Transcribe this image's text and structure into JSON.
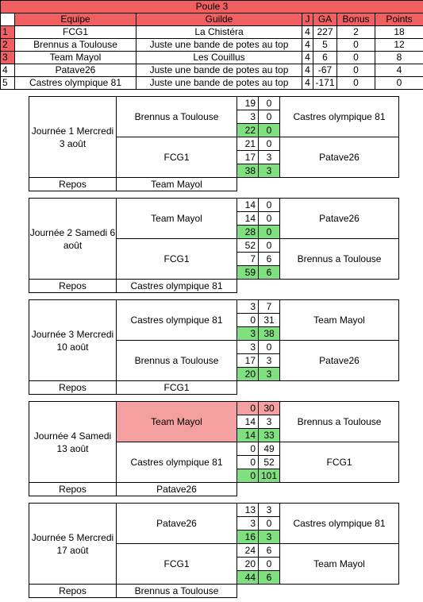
{
  "standings": {
    "title": "Poule 3",
    "headers": [
      "Equipe",
      "Guilde",
      "J",
      "GA",
      "Bonus",
      "Points"
    ],
    "rows": [
      {
        "rank": "1",
        "team": "FCG1",
        "guild": "La Chistéra",
        "j": "4",
        "ga": "227",
        "bonus": "2",
        "points": "18"
      },
      {
        "rank": "2",
        "team": "Brennus a Toulouse",
        "guild": "Juste une bande de potes au top",
        "j": "4",
        "ga": "5",
        "bonus": "0",
        "points": "12"
      },
      {
        "rank": "3",
        "team": "Team Mayol",
        "guild": "Les Couillus",
        "j": "4",
        "ga": "6",
        "bonus": "0",
        "points": "8"
      },
      {
        "rank": "4",
        "team": "Patave26",
        "guild": "Juste une bande de potes au top",
        "j": "4",
        "ga": "-67",
        "bonus": "0",
        "points": "4"
      },
      {
        "rank": "5",
        "team": "Castres olympique 81",
        "guild": "Juste une bande de potes au top",
        "j": "4",
        "ga": "-171",
        "bonus": "0",
        "points": "0"
      }
    ]
  },
  "repos_label": "Repos",
  "journees": [
    {
      "label": "Journée 1 Mercredi 3 août",
      "matches": [
        {
          "home": "Brennus a Toulouse",
          "away": "Castres olympique 81",
          "scores": [
            [
              "19",
              "0"
            ],
            [
              "3",
              "0"
            ],
            [
              "22",
              "0"
            ]
          ]
        },
        {
          "home": "FCG1",
          "away": "Patave26",
          "scores": [
            [
              "21",
              "0"
            ],
            [
              "17",
              "3"
            ],
            [
              "38",
              "3"
            ]
          ]
        }
      ],
      "repos": "Team Mayol"
    },
    {
      "label": "Journée 2 Samedi 6 août",
      "matches": [
        {
          "home": "Team Mayol",
          "away": "Patave26",
          "scores": [
            [
              "14",
              "0"
            ],
            [
              "14",
              "0"
            ],
            [
              "28",
              "0"
            ]
          ]
        },
        {
          "home": "FCG1",
          "away": "Brennus a Toulouse",
          "scores": [
            [
              "52",
              "0"
            ],
            [
              "7",
              "6"
            ],
            [
              "59",
              "6"
            ]
          ]
        }
      ],
      "repos": "Castres olympique 81"
    },
    {
      "label": "Journée 3 Mercredi 10 août",
      "matches": [
        {
          "home": "Castres olympique 81",
          "away": "Team Mayol",
          "scores": [
            [
              "3",
              "7"
            ],
            [
              "0",
              "31"
            ],
            [
              "3",
              "38"
            ]
          ]
        },
        {
          "home": "Brennus a Toulouse",
          "away": "Patave26",
          "scores": [
            [
              "3",
              "0"
            ],
            [
              "17",
              "3"
            ],
            [
              "20",
              "3"
            ]
          ]
        }
      ],
      "repos": "FCG1"
    },
    {
      "label": "Journée 4 Samedi 13 août",
      "matches": [
        {
          "home": "Team Mayol",
          "away": "Brennus a Toulouse",
          "scores": [
            [
              "0",
              "30"
            ],
            [
              "14",
              "3"
            ],
            [
              "14",
              "33"
            ]
          ]
        },
        {
          "home": "Castres olympique 81",
          "away": "FCG1",
          "scores": [
            [
              "0",
              "49"
            ],
            [
              "0",
              "52"
            ],
            [
              "0",
              "101"
            ]
          ]
        }
      ],
      "repos": "Patave26"
    },
    {
      "label": "Journée 5 Mercredi 17 août",
      "matches": [
        {
          "home": "Patave26",
          "away": "Castres olympique 81",
          "scores": [
            [
              "13",
              "3"
            ],
            [
              "3",
              "0"
            ],
            [
              "16",
              "3"
            ]
          ]
        },
        {
          "home": "FCG1",
          "away": "Team Mayol",
          "scores": [
            [
              "24",
              "6"
            ],
            [
              "20",
              "0"
            ],
            [
              "44",
              "6"
            ]
          ]
        }
      ],
      "repos": "Brennus a Toulouse"
    }
  ],
  "colors": {
    "header_red": "#f06060",
    "highlight_pink": "#f4a0a0",
    "total_green": "#80e080"
  }
}
